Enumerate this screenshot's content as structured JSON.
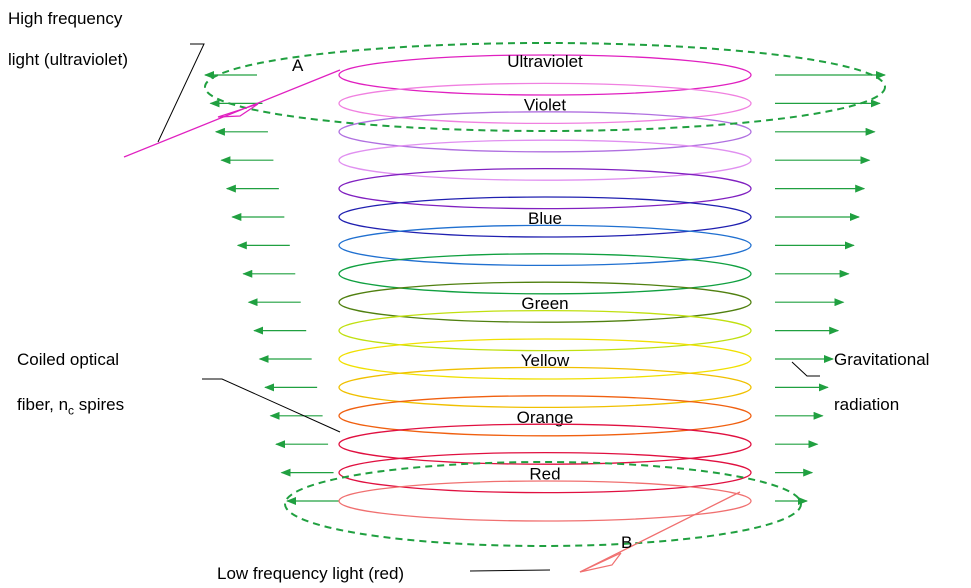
{
  "labels": {
    "high_line1": "High frequency",
    "high_line2": "light (ultraviolet)",
    "coiled_line1": "Coiled optical",
    "coiled_line2_prefix": "fiber, n",
    "coiled_line2_sub": "c",
    "coiled_line2_suffix": " spires",
    "grav_line1": "Gravitational",
    "grav_line2": "radiation",
    "low": "Low frequency light (red)",
    "point_a": "A",
    "point_b": "B"
  },
  "spires": [
    {
      "label": "Ultraviolet",
      "color": "#e020c0"
    },
    {
      "label": "Violet",
      "color": "#f080e0"
    },
    {
      "label": "",
      "color": "#b070e0"
    },
    {
      "label": "",
      "color": "#e090f0"
    },
    {
      "label": "",
      "color": "#8020c0"
    },
    {
      "label": "Blue",
      "color": "#2020b0"
    },
    {
      "label": "",
      "color": "#2070d0"
    },
    {
      "label": "",
      "color": "#10a040"
    },
    {
      "label": "Green",
      "color": "#508010"
    },
    {
      "label": "",
      "color": "#c0e010"
    },
    {
      "label": "Yellow",
      "color": "#f0e000"
    },
    {
      "label": "",
      "color": "#f0c000"
    },
    {
      "label": "Orange",
      "color": "#f06010"
    },
    {
      "label": "",
      "color": "#e01040"
    },
    {
      "label": "Red",
      "color": "#e01040"
    },
    {
      "label": "",
      "color": "#f07070"
    }
  ],
  "colors": {
    "radiation": "#20a040",
    "input_fiber": "#e020c0",
    "output_fiber": "#f07070",
    "leader": "#000000"
  }
}
